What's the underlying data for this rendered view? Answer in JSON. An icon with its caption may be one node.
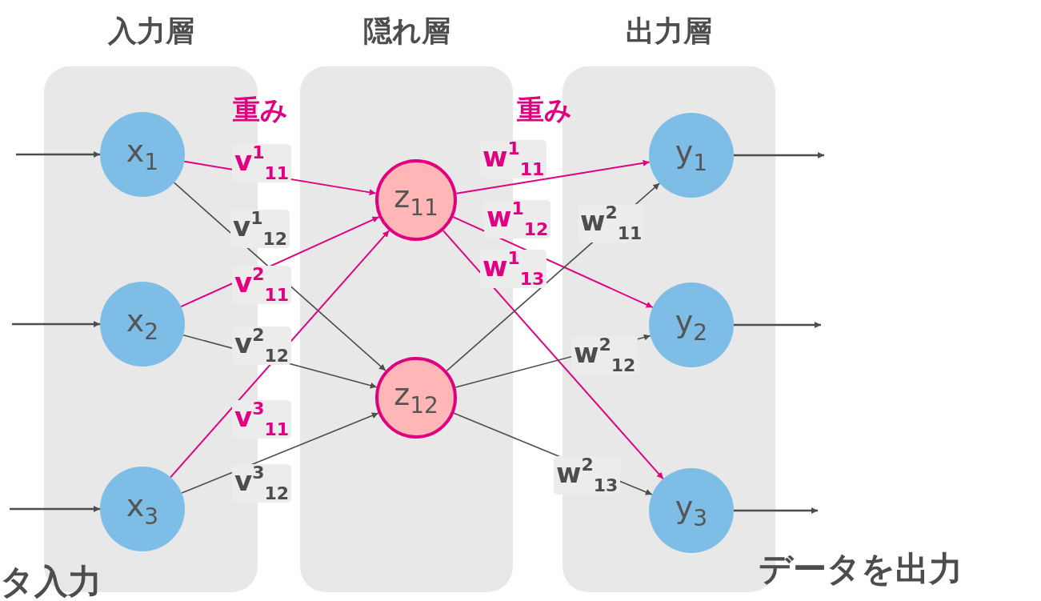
{
  "diagram": {
    "nodes": [
      {
        "text": [
          "入力層"
        ]
      },
      {
        "text": [
          "隠れ層"
        ]
      },
      {
        "text": [
          "出力層"
        ]
      },
      {
        "text": [
          "x$_{1}$"
        ],
        "in": 0
      },
      {
        "text": [
          "x$_{2}$"
        ],
        "in": 0
      },
      {
        "text": [
          "x$_{3}$"
        ],
        "in": 0
      },
      {
        "text": [
          "z$_{11}$"
        ],
        "in": 1
      },
      {
        "text": [
          "z$_{12}$"
        ],
        "in": 1
      },
      {
        "text": [
          "y$_{1}$"
        ],
        "in": 2
      },
      {
        "text": [
          "y$_{2}$"
        ],
        "in": 2
      },
      {
        "text": [
          "y$_{3}$"
        ],
        "in": 2
      }
    ],
    "edges": [
      {
        "from": null,
        "to": 3,
        "arrow": "to"
      },
      {
        "from": null,
        "to": 4,
        "arrow": "to"
      },
      {
        "from": null,
        "to": 5,
        "arrow": "to"
      },
      {
        "from": 3,
        "to": 6,
        "arrow": "to",
        "label": "v$^{1}$$_{11}$",
        "color": "#e0007f"
      },
      {
        "from": 3,
        "to": 7,
        "arrow": "to",
        "label": "v$^{1}$$_{12}$"
      },
      {
        "from": 4,
        "to": 6,
        "arrow": "to",
        "label": "v$^{2}$$_{11}$",
        "color": "#e0007f"
      },
      {
        "from": 4,
        "to": 7,
        "arrow": "to",
        "label": "v$^{2}$$_{12}$"
      },
      {
        "from": 5,
        "to": 6,
        "arrow": "to",
        "label": "v$^{3}$$_{11}$",
        "color": "#e0007f"
      },
      {
        "from": 5,
        "to": 7,
        "arrow": "to",
        "label": "v$^{3}$$_{12}$"
      },
      {
        "from": 6,
        "to": 8,
        "arrow": "to",
        "label": "w$^{1}$$_{11}$",
        "color": "#e0007f"
      },
      {
        "from": 6,
        "to": 9,
        "arrow": "to",
        "label": "w$^{1}$$_{12}$",
        "color": "#e0007f"
      },
      {
        "from": 6,
        "to": 10,
        "arrow": "to",
        "label": "w$^{1}$$_{13}$",
        "color": "#e0007f"
      },
      {
        "from": 7,
        "to": 8,
        "arrow": "to",
        "label": "w$^{2}$$_{11}$"
      },
      {
        "from": 7,
        "to": 9,
        "arrow": "to",
        "label": "w$^{2}$$_{12}$"
      },
      {
        "from": 7,
        "to": 10,
        "arrow": "to",
        "label": "w$^{2}$$_{13}$"
      },
      {
        "from": 8,
        "to": null,
        "arrow": "to"
      },
      {
        "from": 9,
        "to": null,
        "arrow": "to"
      },
      {
        "from": 10,
        "to": null,
        "arrow": "to"
      }
    ],
    "labels": [
      "重み",
      "重み",
      "タ入力",
      "データを出力"
    ]
  }
}
